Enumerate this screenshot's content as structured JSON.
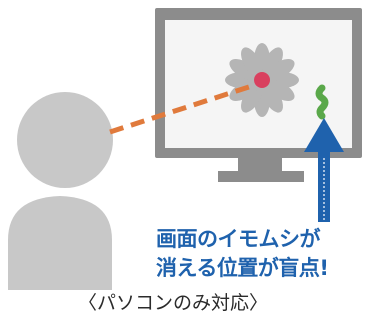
{
  "callout": {
    "line1": "画面のイモムシが",
    "line2": "消える位置が盲点!"
  },
  "caption": "〈パソコンのみ対応〉",
  "colors": {
    "person": "#c8c8c8",
    "monitor_frame": "#8c8c8c",
    "monitor_screen": "#f5f5f5",
    "flower_petals": "#b5b5b5",
    "flower_center": "#d9405f",
    "caterpillar": "#5aa84a",
    "sightline": "#e07a3c",
    "arrow": "#1f62ad",
    "callout_text": "#1f62ad"
  },
  "icons": [
    "person-silhouette",
    "monitor",
    "flower",
    "caterpillar",
    "sight-line",
    "up-arrow"
  ]
}
